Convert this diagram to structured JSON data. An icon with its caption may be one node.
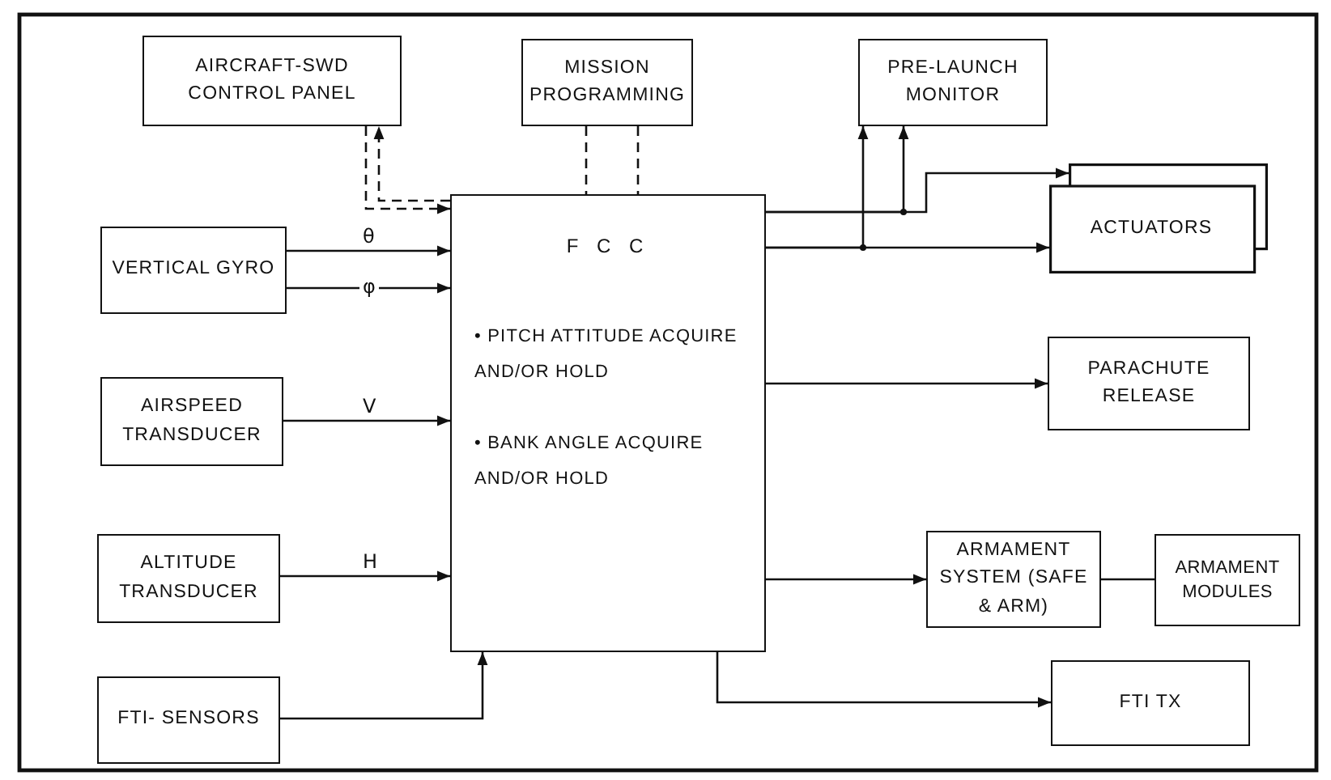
{
  "diagram": {
    "nodes": [
      {
        "text": [
          "AIRCRAFT-SWD CONTROL PANEL"
        ]
      },
      {
        "text": [
          "MISSION PROGRAMMING"
        ]
      },
      {
        "text": [
          "PRE-LAUNCH MONITOR"
        ]
      },
      {
        "text": [
          "VERTICAL GYRO"
        ]
      },
      {
        "text": [
          "F C C",
          "• PITCH ATTITUDE ACQUIRE AND/OR HOLD",
          "• BANK ANGLE ACQUIRE AND/OR HOLD"
        ]
      },
      {
        "text": [
          "AIRSPEED TRANSDUCER"
        ]
      },
      {
        "text": [
          "ACTUATORS"
        ]
      },
      {
        "text": [
          "PARACHUTE RELEASE"
        ]
      },
      {
        "text": [
          "ALTITUDE TRANSDUCER"
        ]
      },
      {
        "text": [
          "ARMAMENT SYSTEM (SAFE & ARM)"
        ]
      },
      {
        "text": [
          "ARMAMENT MODULES"
        ]
      },
      {
        "text": [
          "FTI TX"
        ]
      },
      {
        "text": [
          "FTI- SENSORS"
        ]
      }
    ],
    "edges": [
      {
        "from": 0,
        "to": 4,
        "arrow": "to",
        "style": "dashed"
      },
      {
        "from": 4,
        "to": 0,
        "arrow": "to",
        "style": "dashed"
      },
      {
        "from": 1,
        "to": 4,
        "arrow": "none",
        "style": "dashed"
      },
      {
        "from": 1,
        "to": 4,
        "arrow": "none",
        "style": "dashed"
      },
      {
        "from": 3,
        "to": 4,
        "arrow": "to",
        "label": "θ"
      },
      {
        "from": 3,
        "to": 4,
        "arrow": "to",
        "label": "φ"
      },
      {
        "from": 5,
        "to": 4,
        "arrow": "to",
        "label": "V"
      },
      {
        "from": 8,
        "to": 4,
        "arrow": "to",
        "label": "H"
      },
      {
        "from": 12,
        "to": 4,
        "arrow": "to"
      },
      {
        "from": 4,
        "to": 2,
        "arrow": "to"
      },
      {
        "from": 4,
        "to": 2,
        "arrow": "to"
      },
      {
        "from": 4,
        "to": 6,
        "arrow": "to"
      },
      {
        "from": 4,
        "to": 6,
        "arrow": "to"
      },
      {
        "from": 4,
        "to": 7,
        "arrow": "to"
      },
      {
        "from": 4,
        "to": 9,
        "arrow": "to"
      },
      {
        "from": 9,
        "to": 10,
        "arrow": "none"
      },
      {
        "from": 4,
        "to": 11,
        "arrow": "to"
      }
    ]
  }
}
